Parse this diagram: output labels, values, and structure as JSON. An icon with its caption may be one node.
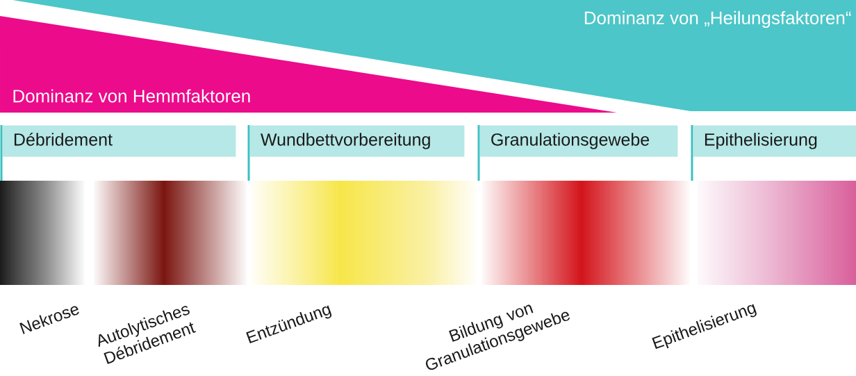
{
  "diagram": {
    "nodes": [
      {
        "text": [
          "Dominanz von „Heilungsfaktoren“"
        ]
      },
      {
        "text": [
          "Dominanz von Hemmfaktoren"
        ]
      },
      {
        "text": [
          "Débridement"
        ]
      },
      {
        "text": [
          "Wundbettvorbereitung"
        ]
      },
      {
        "text": [
          "Granulationsgewebe"
        ]
      },
      {
        "text": [
          "Epithelisierung"
        ]
      }
    ],
    "labels": [
      "Nekrose",
      "Autolytisches Débridement",
      "Entzündung",
      "Bildung von Granulationsgewebe",
      "Epithelisierung"
    ]
  }
}
